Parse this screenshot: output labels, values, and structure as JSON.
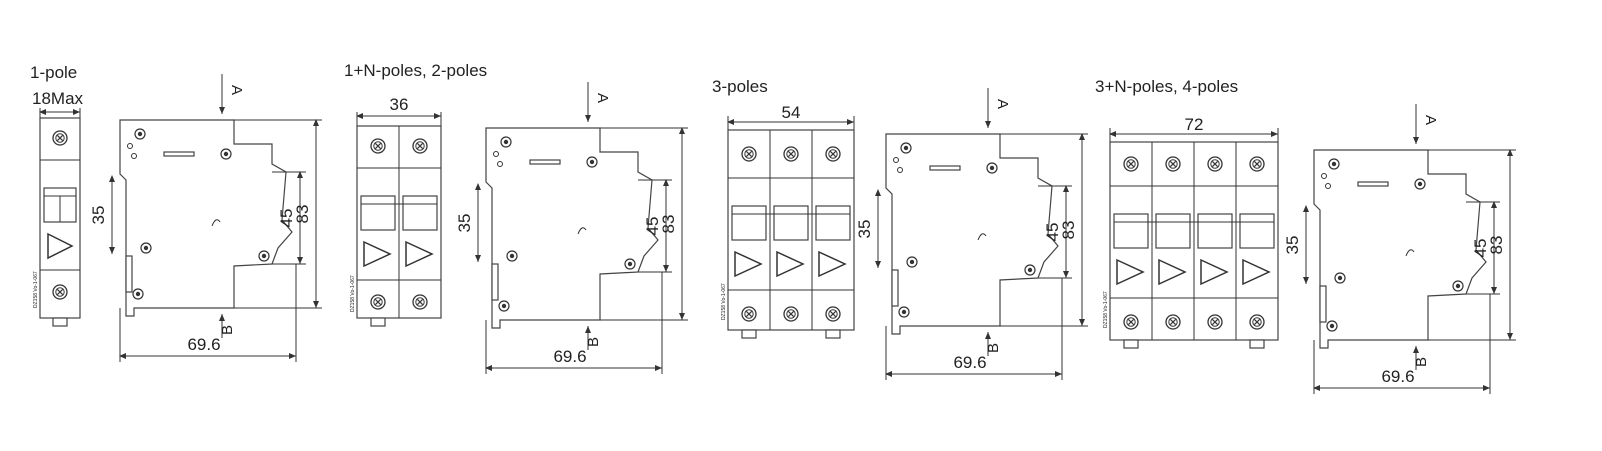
{
  "groups": [
    {
      "title_line1": "1-pole",
      "title_line2": "18Max"
    },
    {
      "title_line1": "1+N-poles, 2-poles",
      "top_dim": "36"
    },
    {
      "title_line1": "3-poles",
      "top_dim": "54"
    },
    {
      "title_line1": "3+N-poles, 4-poles",
      "top_dim": "72"
    }
  ],
  "side_dims": {
    "h_small": "35",
    "h_mid": "45",
    "h_total": "83",
    "depth": "69.6"
  },
  "section_marks": {
    "top": "A",
    "bottom": "B"
  },
  "front_labels": [
    {
      "mode": "picture",
      "text": "DZ158 Vo-1-067"
    },
    {
      "mode": "picture",
      "text": "DZ158 Vo-1-067"
    },
    {
      "mode": "picture",
      "text": "DZ158 Vo-1-067"
    },
    {
      "mode": "picture",
      "text": "DZ158 Vo-1-067"
    }
  ]
}
